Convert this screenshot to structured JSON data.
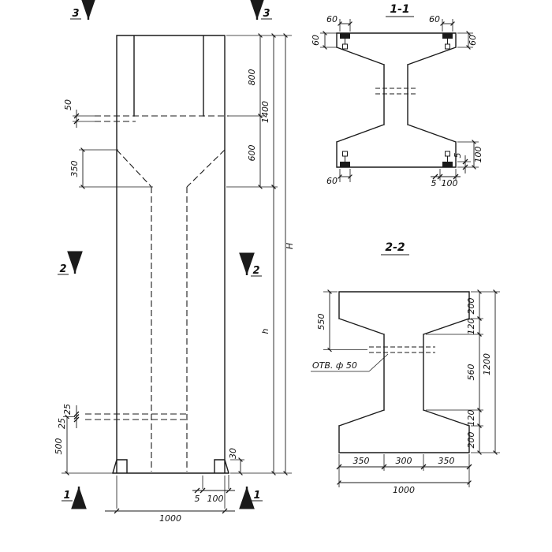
{
  "drawing": {
    "background": "#ffffff",
    "ink": "#1a1a1a"
  },
  "elevation": {
    "markers": {
      "top_left": "3",
      "top_right": "3",
      "mid_left": "2",
      "mid_right": "2",
      "bottom_left": "1",
      "bottom_right": "1"
    },
    "dims": {
      "d50": "50",
      "d350": "350",
      "d800": "800",
      "d1400": "1400",
      "d600": "600",
      "dH": "H",
      "dh": "h",
      "d25a": "25",
      "d25b": "25",
      "d500": "500",
      "d30": "30",
      "d5": "5",
      "d100": "100",
      "d1000": "1000"
    }
  },
  "section11": {
    "title": "1-1",
    "dims": {
      "top_left_60": "60",
      "top_right_60": "60",
      "left_60": "60",
      "right_60": "60",
      "bottom_left_60": "60",
      "bottom_5": "5",
      "bottom_100": "100",
      "right_5": "5",
      "right_100": "100"
    }
  },
  "section22": {
    "title": "2-2",
    "hole_label": "ОТВ. ф 50",
    "dims": {
      "d550": "550",
      "d200_top": "200",
      "d120_top": "120",
      "d560": "560",
      "d120_bottom": "120",
      "d200_bottom": "200",
      "d1200": "1200",
      "d350_left": "350",
      "d300": "300",
      "d350_right": "350",
      "d1000": "1000"
    }
  }
}
